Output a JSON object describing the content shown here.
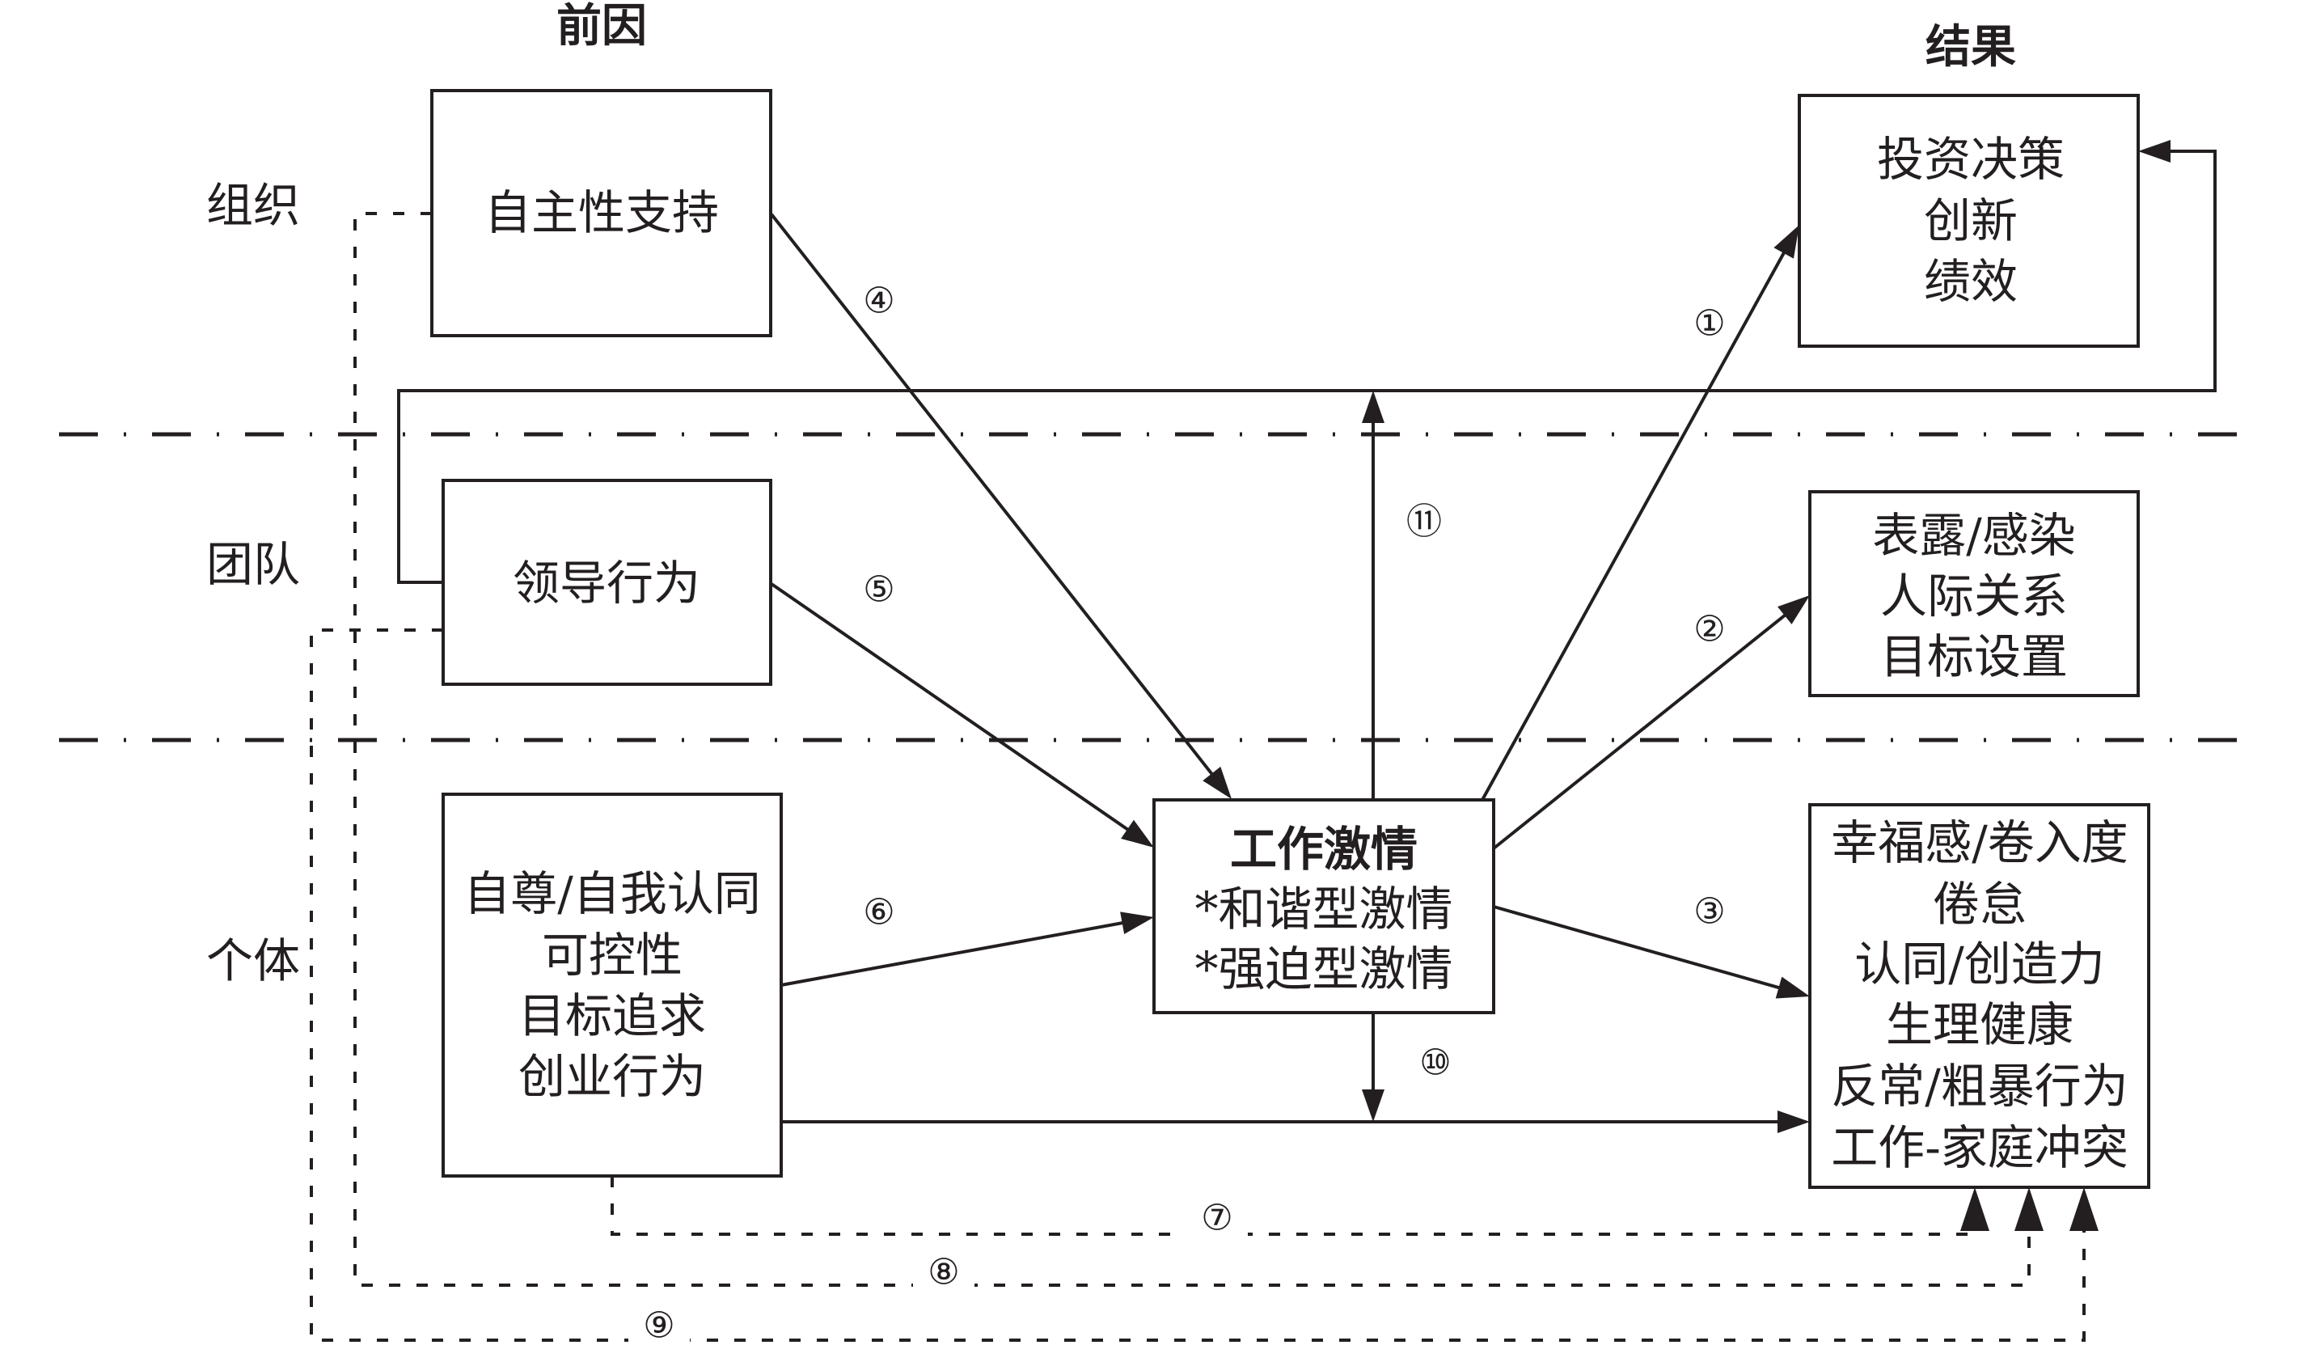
{
  "diagram": {
    "columns": {
      "antecedents": "前因",
      "outcomes": "结果"
    },
    "levels": {
      "organization": "组织",
      "team": "团队",
      "individual": "个体"
    },
    "antecedents": {
      "autonomy_support": [
        "自主性支持"
      ],
      "leadership_behavior": [
        "领导行为"
      ],
      "individual_factors": [
        "自尊/自我认同",
        "可控性",
        "目标追求",
        "创业行为"
      ]
    },
    "core": {
      "title": "工作激情",
      "items": [
        "*和谐型激情",
        "*强迫型激情"
      ]
    },
    "outcomes": {
      "organization": [
        "投资决策",
        "创新",
        "绩效"
      ],
      "team": [
        "表露/感染",
        "人际关系",
        "目标设置"
      ],
      "individual": [
        "幸福感/卷入度",
        "倦怠",
        "认同/创造力",
        "生理健康",
        "反常/粗暴行为",
        "工作-家庭冲突"
      ]
    },
    "paths": [
      {
        "id": "1",
        "label": "①",
        "from": "工作激情",
        "to": "组织结果",
        "style": "solid"
      },
      {
        "id": "2",
        "label": "②",
        "from": "工作激情",
        "to": "团队结果",
        "style": "solid"
      },
      {
        "id": "3",
        "label": "③",
        "from": "工作激情",
        "to": "个体结果",
        "style": "solid"
      },
      {
        "id": "4",
        "label": "④",
        "from": "自主性支持",
        "to": "工作激情",
        "style": "solid"
      },
      {
        "id": "5",
        "label": "⑤",
        "from": "领导行为",
        "to": "工作激情",
        "style": "solid"
      },
      {
        "id": "6",
        "label": "⑥",
        "from": "个体前因",
        "to": "工作激情",
        "style": "solid"
      },
      {
        "id": "7",
        "label": "⑦",
        "from": "个体前因",
        "to": "个体结果",
        "style": "dashed"
      },
      {
        "id": "8",
        "label": "⑧",
        "from": "自主性支持",
        "to": "个体结果",
        "style": "dashed"
      },
      {
        "id": "9",
        "label": "⑨",
        "from": "领导行为",
        "to": "个体结果",
        "style": "dashed"
      },
      {
        "id": "10",
        "label": "⑩",
        "from": "工作激情",
        "to": "个体前因→个体结果路径",
        "style": "solid",
        "role": "moderation"
      },
      {
        "id": "11",
        "label": "⑪",
        "from": "工作激情",
        "to": "领导行为→组织结果路径",
        "style": "solid",
        "role": "moderation"
      }
    ]
  }
}
